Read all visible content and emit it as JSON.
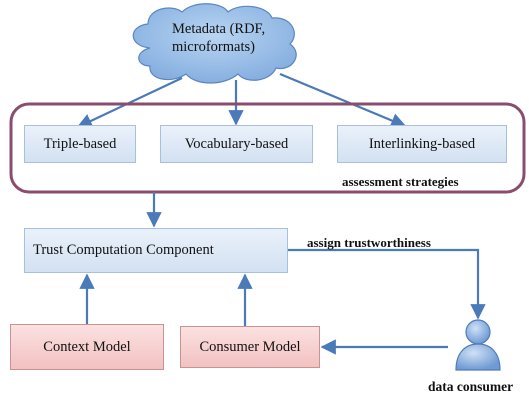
{
  "metadata": {
    "line1": "Metadata (RDF,",
    "line2": "microformats)"
  },
  "strategies": [
    {
      "label": "Triple-based"
    },
    {
      "label": "Vocabulary-based"
    },
    {
      "label": "Interlinking-based"
    }
  ],
  "strategies_caption": "assessment strategies",
  "trust_component": "Trust Computation Component",
  "assign_label": "assign trustworthiness",
  "context_model": "Context Model",
  "consumer_model": "Consumer Model",
  "data_consumer": "data consumer",
  "colors": {
    "arrow": "#4a7ab8",
    "group_border": "#8a4d6e",
    "box_fill": "#dbe6f4",
    "model_fill": "#f6cccc",
    "cloud_fill": "#9ec2ea"
  }
}
